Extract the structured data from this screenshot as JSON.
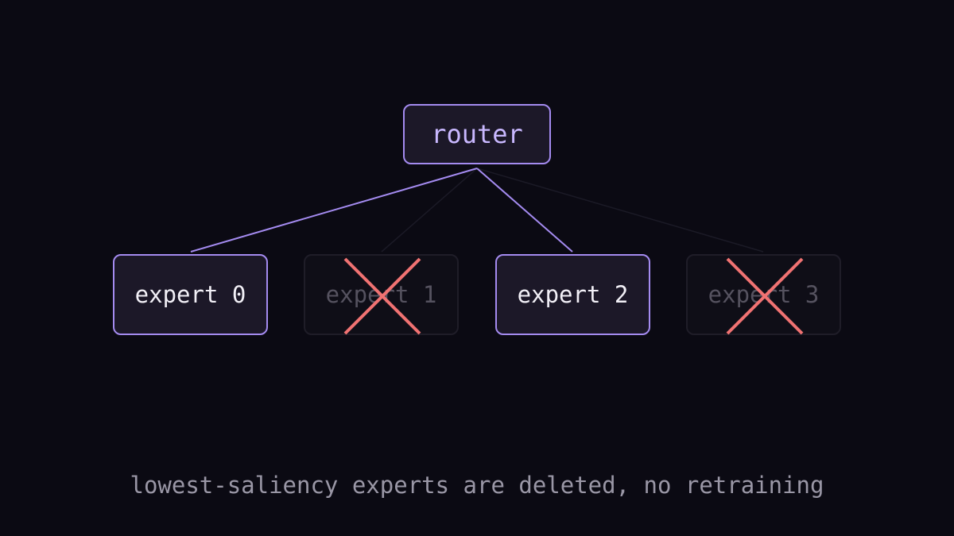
{
  "diagram": {
    "router": {
      "label": "router"
    },
    "experts": [
      {
        "label": "expert 0",
        "status": "kept"
      },
      {
        "label": "expert 1",
        "status": "deleted"
      },
      {
        "label": "expert 2",
        "status": "kept"
      },
      {
        "label": "expert 3",
        "status": "deleted"
      }
    ],
    "caption": "lowest-saliency experts are deleted, no retraining",
    "colors": {
      "background": "#0b0a13",
      "accent": "#a48bf0",
      "node_fill": "#1c1828",
      "deleted_mark": "#f07272",
      "faint_edge": "#1b1a26"
    }
  }
}
